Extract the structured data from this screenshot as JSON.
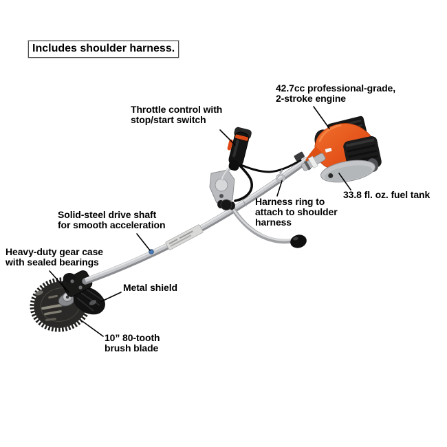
{
  "title": "Brush cutter feature callout diagram",
  "note_box": {
    "text": "Includes shoulder harness."
  },
  "labels": {
    "throttle": {
      "text": "Throttle control with\nstop/start switch"
    },
    "engine": {
      "text": "42.7cc professional-grade,\n2-stroke engine"
    },
    "fuel_tank": {
      "text": "33.8 fl. oz. fuel tank"
    },
    "harness_ring": {
      "text": "Harness ring to\nattach to shoulder\nharness"
    },
    "drive_shaft": {
      "text": "Solid-steel drive shaft\nfor smooth acceleration"
    },
    "gear_case": {
      "text": "Heavy-duty gear case\nwith sealed bearings"
    },
    "metal_shield": {
      "text": "Metal shield"
    },
    "brush_blade": {
      "text": "10” 80-tooth\nbrush blade"
    }
  },
  "illustration": {
    "subject": "gas-powered-brush-cutter-with-bike-handle",
    "colors": {
      "background": "#ffffff",
      "text": "#000000",
      "note_border": "#4f4f51",
      "leader_line": "#000000",
      "engine_orange": "#e4531a",
      "shaft_silver": "#c6c8cb",
      "part_black": "#1a1a1a",
      "shaft_sticker": "#d9d9d7",
      "shaft_dot_blue": "#4a7ab5"
    }
  }
}
